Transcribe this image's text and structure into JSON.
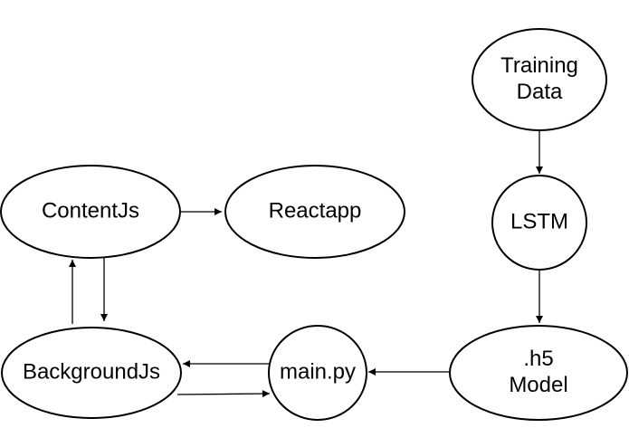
{
  "diagram": {
    "background_color": "#ffffff",
    "stroke_color": "#000000",
    "text_color": "#000000",
    "nodes": [
      {
        "id": "training-data",
        "label": "Training\nData",
        "shape": "ellipse"
      },
      {
        "id": "lstm",
        "label": "LSTM",
        "shape": "circle"
      },
      {
        "id": "h5-model",
        "label": ".h5 Model",
        "shape": "ellipse"
      },
      {
        "id": "contentjs",
        "label": "ContentJs",
        "shape": "ellipse"
      },
      {
        "id": "reactapp",
        "label": "Reactapp",
        "shape": "ellipse"
      },
      {
        "id": "backgroundjs",
        "label": "BackgroundJs",
        "shape": "ellipse"
      },
      {
        "id": "mainpy",
        "label": "main.py",
        "shape": "circle"
      }
    ],
    "edges": [
      {
        "from": "ContentJs",
        "to": "Reactapp"
      },
      {
        "from": "Training Data",
        "to": "LSTM"
      },
      {
        "from": "LSTM",
        "to": ".h5 Model"
      },
      {
        "from": ".h5 Model",
        "to": "main.py"
      },
      {
        "from": "main.py",
        "to": "BackgroundJs"
      },
      {
        "from": "BackgroundJs",
        "to": "main.py"
      },
      {
        "from": "BackgroundJs",
        "to": "ContentJs"
      },
      {
        "from": "ContentJs",
        "to": "BackgroundJs"
      }
    ]
  }
}
